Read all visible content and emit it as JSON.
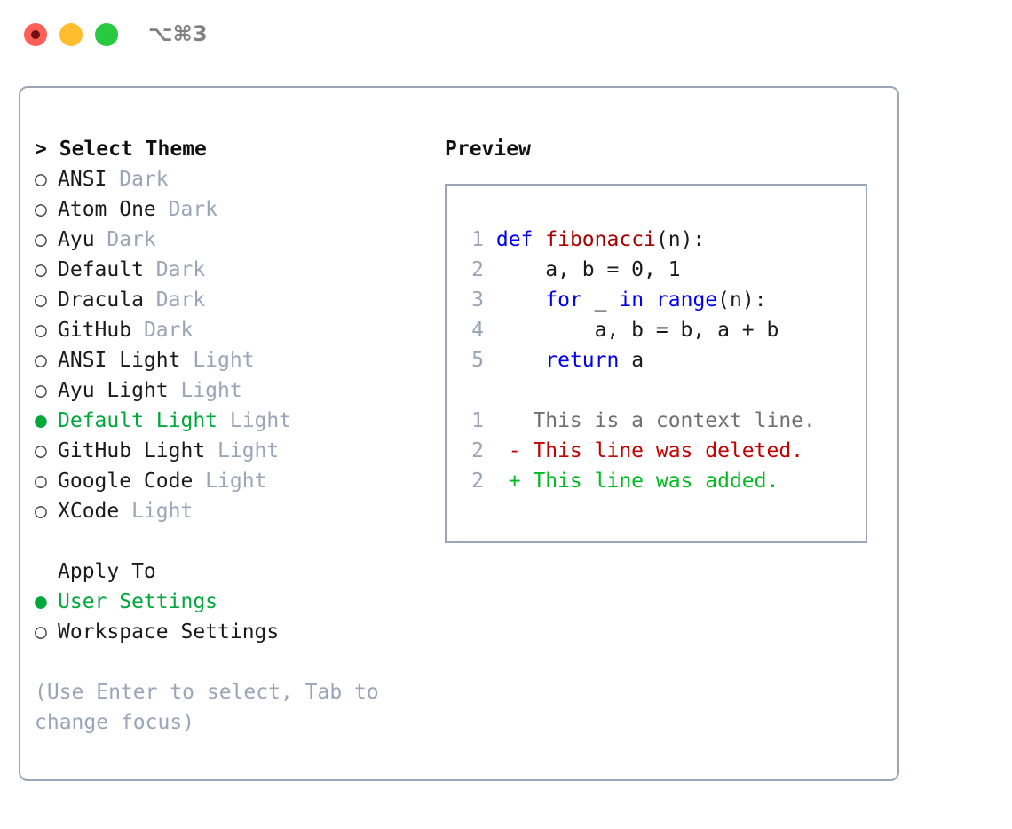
{
  "window": {
    "title": "⌥⌘3",
    "traffic_lights": [
      {
        "name": "close",
        "color": "#ff5f57"
      },
      {
        "name": "minimize",
        "color": "#ffbd2e"
      },
      {
        "name": "maximize",
        "color": "#28c840"
      }
    ]
  },
  "colors": {
    "accent_green": "#00a83c",
    "muted": "#9aa5b8",
    "border": "#9aa5b5",
    "keyword_blue": "#0000ee",
    "function_red": "#a80000",
    "diff_deleted": "#c40000",
    "diff_added": "#00bb22",
    "diff_context": "#707070"
  },
  "theme_section": {
    "caret": ">",
    "header": "Select Theme",
    "bullet_off": "○",
    "bullet_on": "●",
    "items": [
      {
        "name": "ANSI",
        "tag": "Dark",
        "selected": false
      },
      {
        "name": "Atom One",
        "tag": "Dark",
        "selected": false
      },
      {
        "name": "Ayu",
        "tag": "Dark",
        "selected": false
      },
      {
        "name": "Default",
        "tag": "Dark",
        "selected": false
      },
      {
        "name": "Dracula",
        "tag": "Dark",
        "selected": false
      },
      {
        "name": "GitHub",
        "tag": "Dark",
        "selected": false
      },
      {
        "name": "ANSI Light",
        "tag": "Light",
        "selected": false
      },
      {
        "name": "Ayu Light",
        "tag": "Light",
        "selected": false
      },
      {
        "name": "Default Light",
        "tag": "Light",
        "selected": true
      },
      {
        "name": "GitHub Light",
        "tag": "Light",
        "selected": false
      },
      {
        "name": "Google Code",
        "tag": "Light",
        "selected": false
      },
      {
        "name": "XCode",
        "tag": "Light",
        "selected": false
      }
    ]
  },
  "apply_section": {
    "header": "Apply To",
    "items": [
      {
        "name": "User Settings",
        "selected": true
      },
      {
        "name": "Workspace Settings",
        "selected": false
      }
    ]
  },
  "hint": "(Use Enter to select, Tab to change focus)",
  "preview": {
    "title": "Preview",
    "code_lines": [
      {
        "no": "1",
        "indent": "",
        "tokens": [
          {
            "t": "def",
            "c": "kw"
          },
          {
            "t": " ",
            "c": "pn"
          },
          {
            "t": "fibonacci",
            "c": "fn"
          },
          {
            "t": "(n):",
            "c": "pn"
          }
        ]
      },
      {
        "no": "2",
        "indent": "    ",
        "tokens": [
          {
            "t": "a, b = 0, 1",
            "c": "pn"
          }
        ]
      },
      {
        "no": "3",
        "indent": "    ",
        "tokens": [
          {
            "t": "for",
            "c": "kw"
          },
          {
            "t": " _ ",
            "c": "pn"
          },
          {
            "t": "in",
            "c": "kw"
          },
          {
            "t": " ",
            "c": "pn"
          },
          {
            "t": "range",
            "c": "kw"
          },
          {
            "t": "(n):",
            "c": "pn"
          }
        ]
      },
      {
        "no": "4",
        "indent": "        ",
        "tokens": [
          {
            "t": "a, b = b, a + b",
            "c": "pn"
          }
        ]
      },
      {
        "no": "5",
        "indent": "    ",
        "tokens": [
          {
            "t": "return",
            "c": "kw"
          },
          {
            "t": " a",
            "c": "pn"
          }
        ]
      }
    ],
    "diff_lines": [
      {
        "no": "1",
        "marker": " ",
        "text": "This is a context line.",
        "kind": "ctx"
      },
      {
        "no": "2",
        "marker": "-",
        "text": "This line was deleted.",
        "kind": "del"
      },
      {
        "no": "2",
        "marker": "+",
        "text": "This line was added.",
        "kind": "add"
      }
    ]
  }
}
